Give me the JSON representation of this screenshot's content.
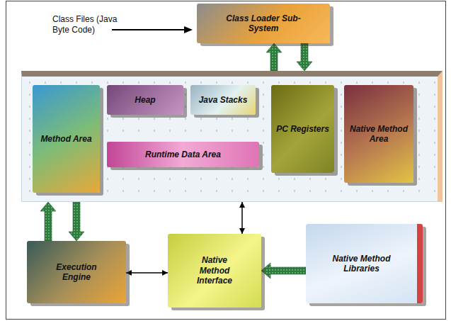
{
  "diagram": {
    "nodes": [
      {
        "text": [
          "Class Loader Sub-System"
        ]
      },
      {
        "text": []
      },
      {
        "text": [
          "Method Area"
        ],
        "in": 1
      },
      {
        "text": [
          "Heap"
        ],
        "in": 1
      },
      {
        "text": [
          "Java Stacks"
        ],
        "in": 1
      },
      {
        "text": [
          "Runtime Data Area"
        ],
        "in": 1
      },
      {
        "text": [
          "PC Registers"
        ],
        "in": 1
      },
      {
        "text": [
          "Native Method Area"
        ],
        "in": 1
      },
      {
        "text": [
          "Execution Engine"
        ]
      },
      {
        "text": [
          "Native Method Interface"
        ]
      },
      {
        "text": [
          "Native Method Libraries"
        ]
      }
    ],
    "edges": [
      {
        "from": 1,
        "to": 0,
        "arrow": "to"
      },
      {
        "from": 0,
        "to": 1,
        "arrow": "to"
      },
      {
        "from": 8,
        "to": 1,
        "arrow": "to"
      },
      {
        "from": 1,
        "to": 8,
        "arrow": "to"
      },
      {
        "from": 1,
        "to": 9,
        "arrow": "both"
      },
      {
        "from": 8,
        "to": 9,
        "arrow": "both"
      },
      {
        "from": 10,
        "to": 9,
        "arrow": "to"
      }
    ],
    "labels": [
      "Class Files (Java Byte Code)"
    ]
  }
}
